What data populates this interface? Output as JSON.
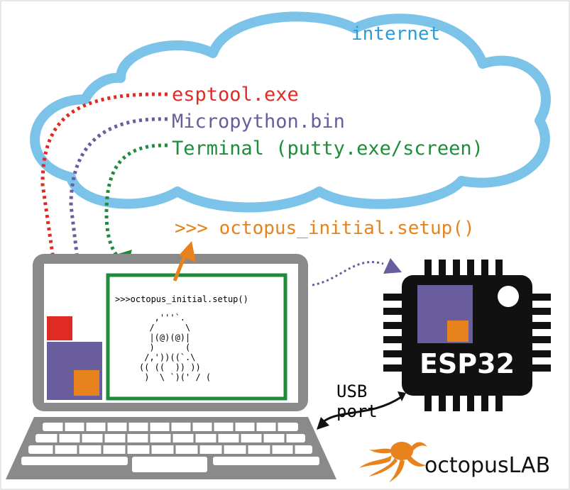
{
  "cloud": {
    "label": "internet",
    "items": [
      {
        "text": "esptool.exe",
        "color": "#e02b25"
      },
      {
        "text": "Micropython.bin",
        "color": "#6a5d9e"
      },
      {
        "text": "Terminal (putty.exe/screen)",
        "color": "#1e8c3a"
      }
    ],
    "label_color": "#2a9bd8",
    "fill_color": "#ffffff",
    "outline_color": "#7cc3ea"
  },
  "command": {
    "text": ">>> octopus_initial.setup()",
    "color": "#e8821c"
  },
  "laptop": {
    "terminal_prompt": ">>>octopus_initial.setup()",
    "ascii_art": [
      "   ,'''`.",
      "  /      \\",
      "  |(@)(@)|",
      "  )      (",
      " /,'))((`.\\",
      "(( ((  )) ))",
      " )  \\ `)(' / ("
    ],
    "frame_color": "#8a8a8a",
    "terminal_border_color": "#1e8c3a"
  },
  "chip": {
    "label": "ESP32",
    "body_color": "#111111",
    "purple": "#6a5d9e",
    "orange": "#e8821c"
  },
  "usb": {
    "line1": "USB",
    "line2": "port"
  },
  "brand": {
    "prefix": "octopus",
    "suffix": "LAB",
    "logo_color": "#e8821c"
  }
}
